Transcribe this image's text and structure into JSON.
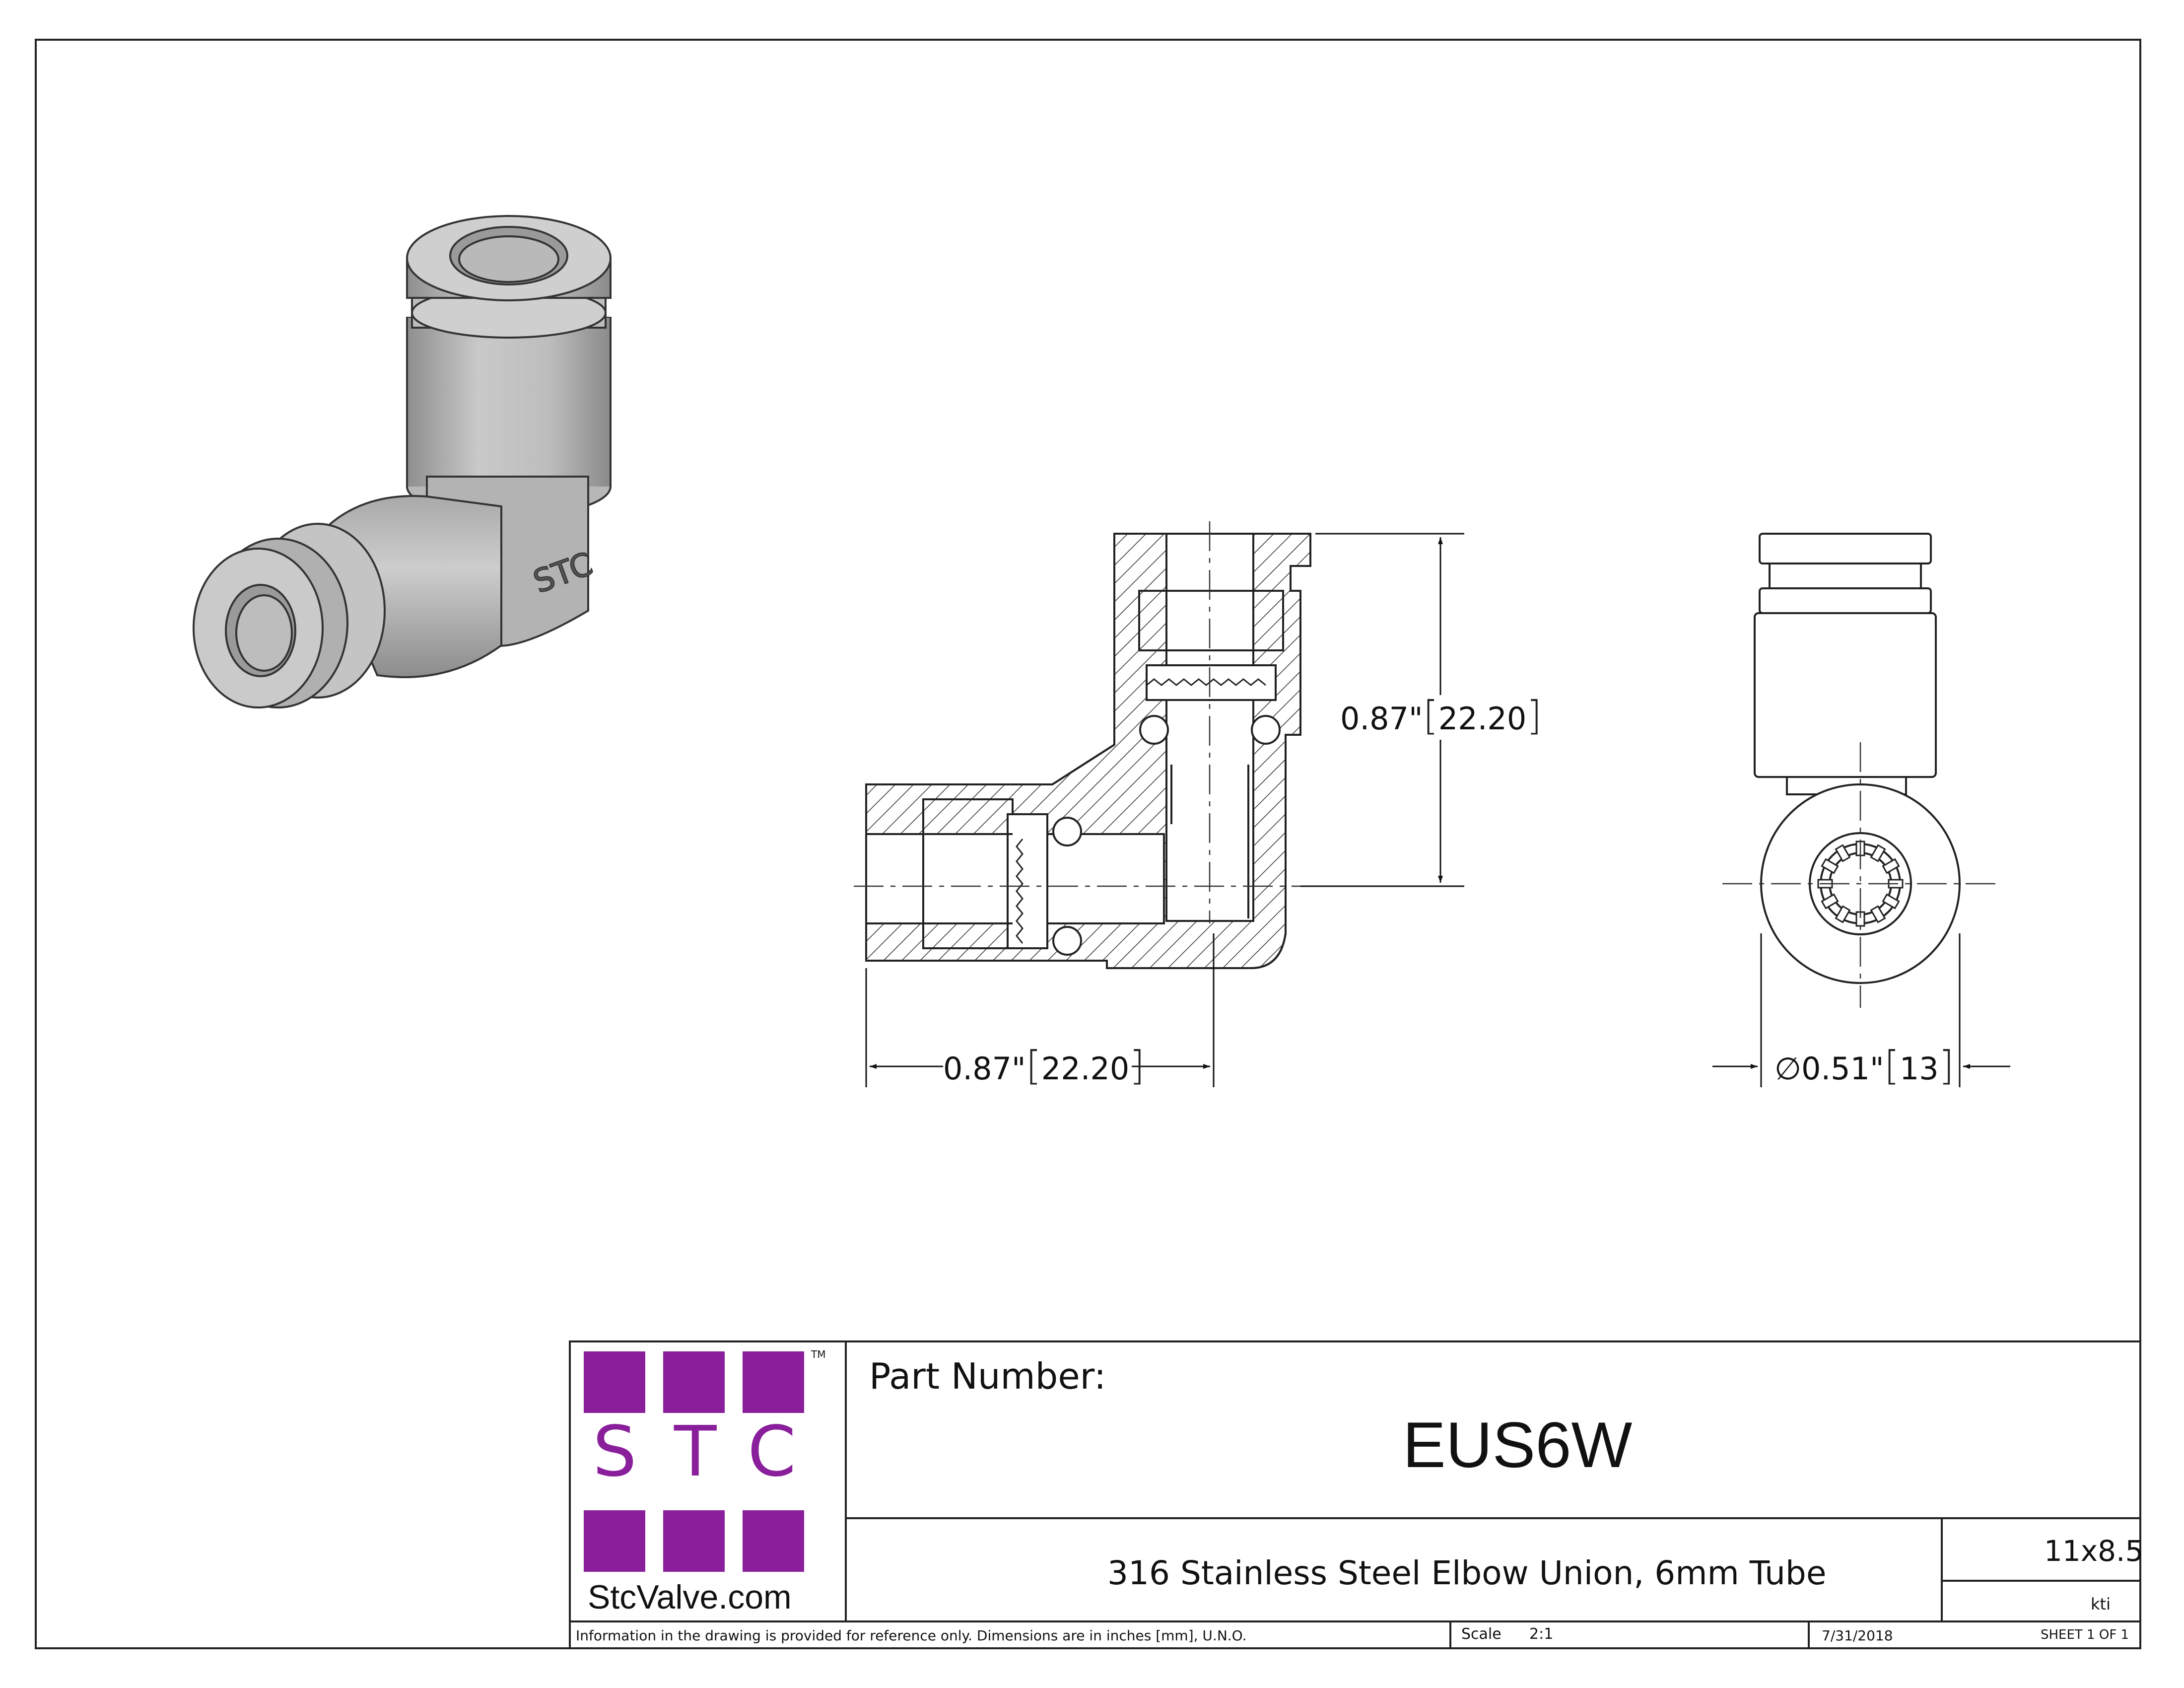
{
  "dimensions": {
    "vertical": {
      "inch": "0.87\"",
      "mm": "22.20"
    },
    "horizontal": {
      "inch": "0.87\"",
      "mm": "22.20"
    },
    "diameter": {
      "symbol": "∅",
      "inch": "0.51\"",
      "mm": "13"
    }
  },
  "part_engraving": "STC",
  "logo": {
    "letters": [
      "S",
      "T",
      "C"
    ],
    "trademark": "TM",
    "website": "StcValve.com",
    "color": "#8a1f9c"
  },
  "title_block": {
    "part_number_label": "Part Number:",
    "part_number": "EUS6W",
    "description": "316 Stainless Steel Elbow Union, 6mm Tube",
    "paper_size": "11x8.5",
    "drawn_by": "kti",
    "disclaimer": "Information in the drawing is provided for reference only. Dimensions are in inches [mm], U.N.O.",
    "scale_label": "Scale",
    "scale_value": "2:1",
    "date": "7/31/2018",
    "sheet": "SHEET 1 OF 1"
  }
}
